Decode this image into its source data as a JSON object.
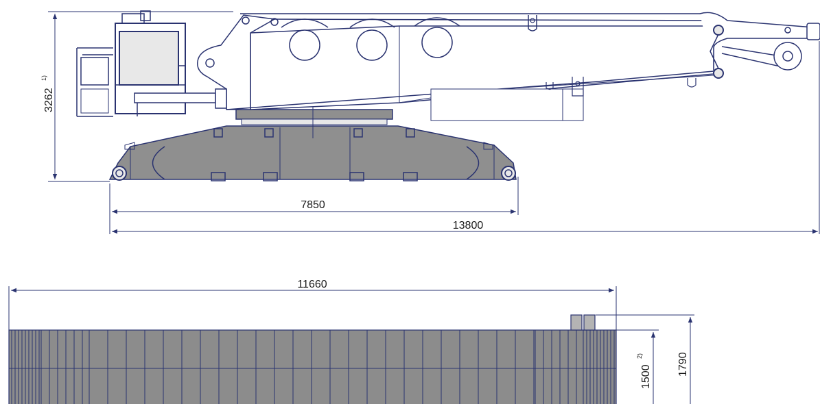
{
  "colors": {
    "line": "#2a3370",
    "fill_gray": "#8f8f8f",
    "fill_light": "#e8e8e8",
    "counterweight_gray": "#8c8c8c",
    "background": "#ffffff"
  },
  "side_view": {
    "height_label": "3262",
    "height_note": "1)",
    "track_length_label": "7850",
    "overall_length_label": "13800"
  },
  "counterweight_view": {
    "width_label": "11660",
    "height_label": "1500",
    "height_note": "2)",
    "total_height_label": "1790"
  }
}
